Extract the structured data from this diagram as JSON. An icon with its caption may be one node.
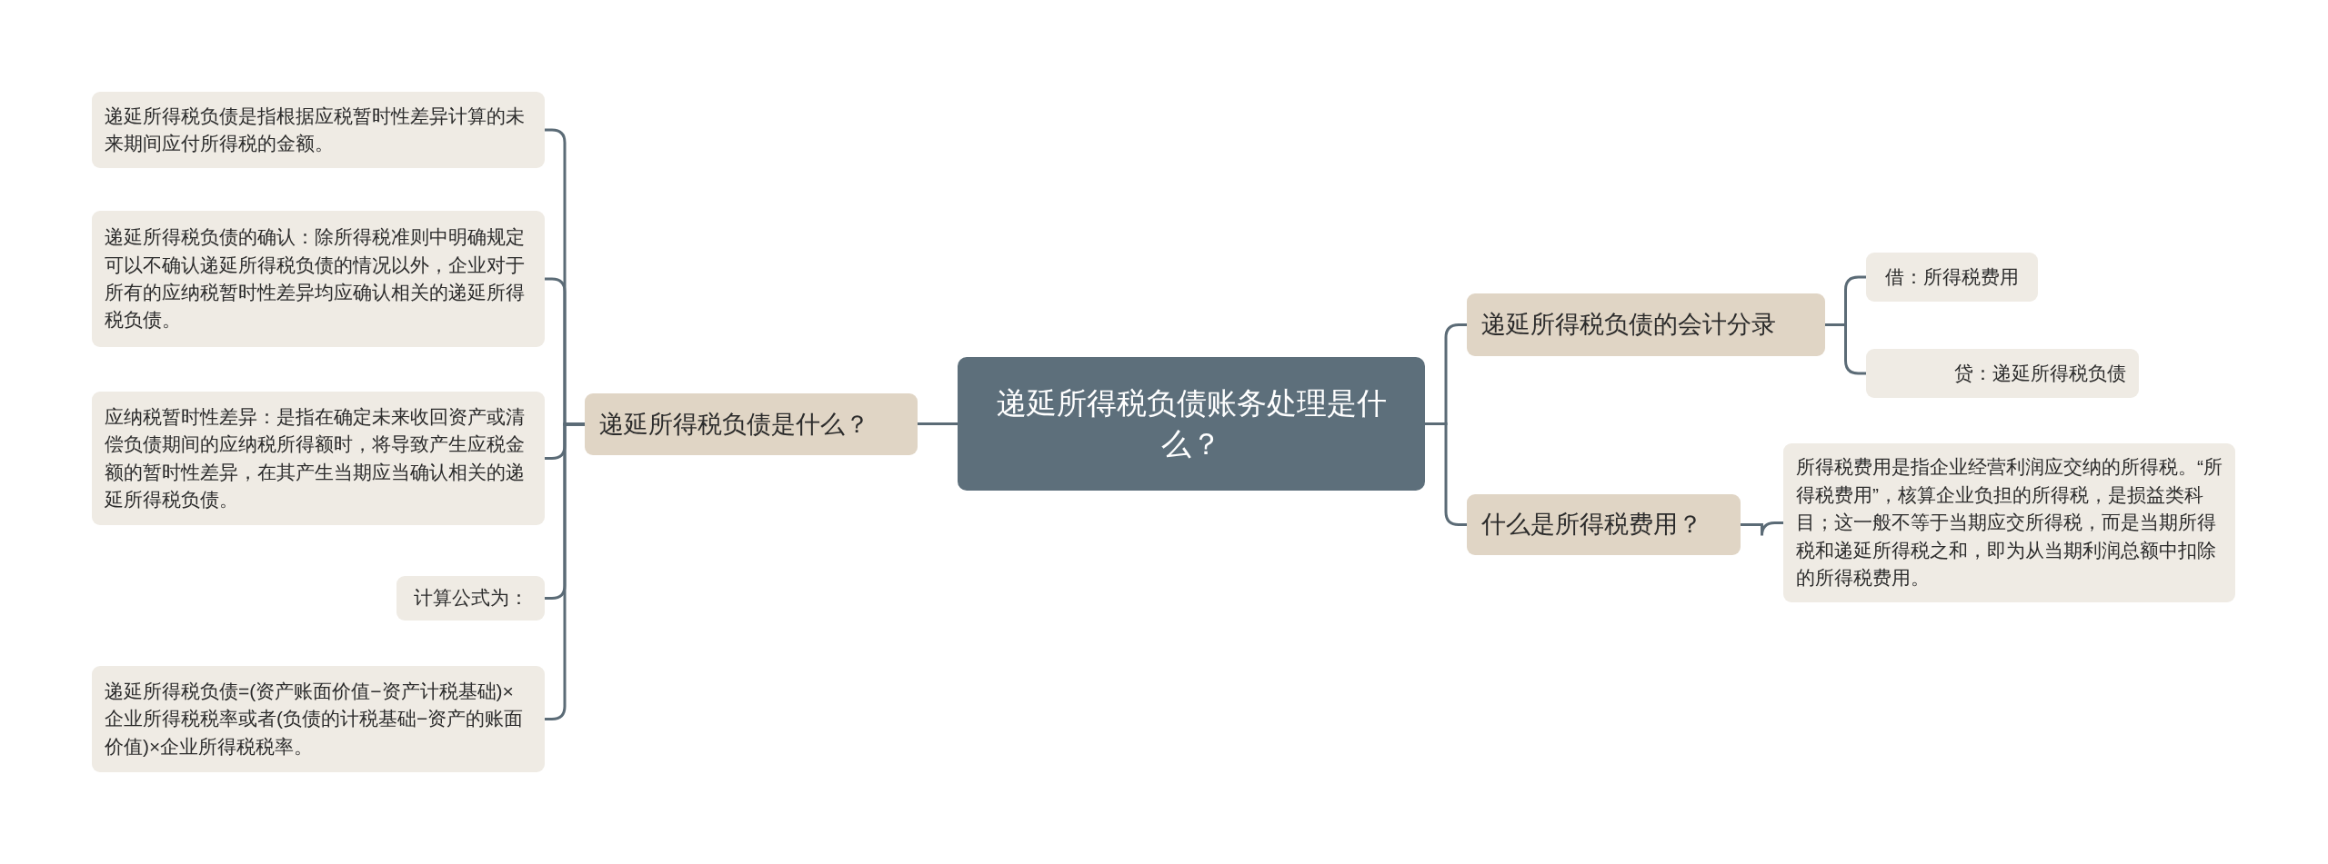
{
  "diagram": {
    "nodes": [
      {
        "text": [
          "递延所得税负债账务处理是什么？"
        ]
      },
      {
        "text": [
          "递延所得税负债是什么？"
        ]
      },
      {
        "text": [
          "递延所得税负债是指根据应税暂时性差异计算的未来期间应付所得税的金额。"
        ]
      },
      {
        "text": [
          "递延所得税负债的确认：除所得税准则中明确规定可以不确认递延所得税负债的情况以外，企业对于所有的应纳税暂时性差异均应确认相关的递延所得税负债。"
        ]
      },
      {
        "text": [
          "应纳税暂时性差异：是指在确定未来收回资产或清偿负债期间的应纳税所得额时，将导致产生应税金额的暂时性差异，在其产生当期应当确认相关的递延所得税负债。"
        ]
      },
      {
        "text": [
          "计算公式为："
        ]
      },
      {
        "text": [
          "递延所得税负债=(资产账面价值−资产计税基础)×企业所得税税率或者(负债的计税基础−资产的账面价值)×企业所得税税率。"
        ]
      },
      {
        "text": [
          "递延所得税负债的会计分录"
        ]
      },
      {
        "text": [
          "借：所得税费用"
        ]
      },
      {
        "text": [
          "贷：递延所得税负债"
        ]
      },
      {
        "text": [
          "什么是所得税费用？"
        ]
      },
      {
        "text": [
          "所得税费用是指企业经营利润应交纳的所得税。“所得税费用”，核算企业负担的所得税，是损益类科目；这一般不等于当期应交所得税，而是当期所得税和递延所得税之和，即为从当期利润总额中扣除的所得税费用。"
        ]
      }
    ],
    "edges": [
      {
        "from": 0,
        "to": 1,
        "arrow": "none"
      },
      {
        "from": 1,
        "to": 2,
        "arrow": "none"
      },
      {
        "from": 1,
        "to": 3,
        "arrow": "none"
      },
      {
        "from": 1,
        "to": 4,
        "arrow": "none"
      },
      {
        "from": 1,
        "to": 5,
        "arrow": "none"
      },
      {
        "from": 1,
        "to": 6,
        "arrow": "none"
      },
      {
        "from": 0,
        "to": 7,
        "arrow": "none"
      },
      {
        "from": 7,
        "to": 8,
        "arrow": "none"
      },
      {
        "from": 7,
        "to": 9,
        "arrow": "none"
      },
      {
        "from": 0,
        "to": 10,
        "arrow": "none"
      },
      {
        "from": 10,
        "to": 11,
        "arrow": "none"
      }
    ]
  }
}
